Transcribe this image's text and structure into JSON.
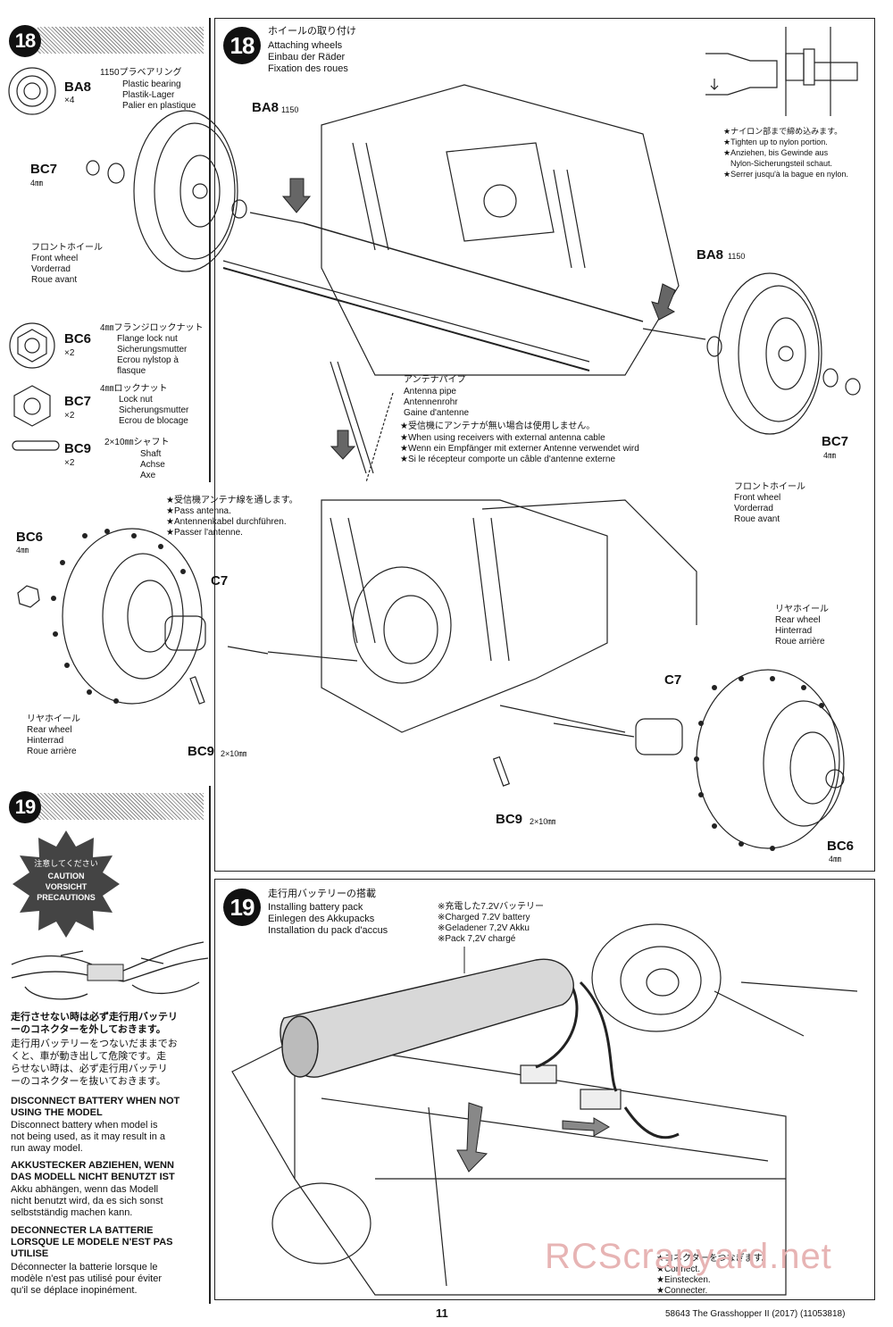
{
  "left18": {
    "step": "18",
    "ba8": {
      "code": "BA8",
      "qty": "×4",
      "jp": "1150プラベアリング",
      "en": "Plastic bearing",
      "de": "Plastik-Lager",
      "fr": "Palier en plastique"
    },
    "bc6": {
      "code": "BC6",
      "qty": "×2",
      "jp": "4㎜フランジロックナット",
      "en": "Flange lock nut",
      "de": "Sicherungsmutter",
      "fr1": "Ecrou nylstop à",
      "fr2": "flasque"
    },
    "bc7": {
      "code": "BC7",
      "qty": "×2",
      "jp": "4㎜ロックナット",
      "en": "Lock nut",
      "de": "Sicherungsmutter",
      "fr": "Ecrou de blocage"
    },
    "bc9": {
      "code": "BC9",
      "qty": "×2",
      "jp": "2×10㎜シャフト",
      "en": "Shaft",
      "de": "Achse",
      "fr": "Axe"
    }
  },
  "main18": {
    "step": "18",
    "title_jp": "ホイールの取り付け",
    "title_en": "Attaching wheels",
    "title_de": "Einbau der Räder",
    "title_fr": "Fixation des roues",
    "nylon_jp": "★ナイロン部まで締め込みます。",
    "nylon_en": "★Tighten up to nylon portion.",
    "nylon_de1": "★Anziehen, bis Gewinde aus",
    "nylon_de2": "Nylon-Sicherungsteil schaut.",
    "nylon_fr": "★Serrer jusqu'à la bague en nylon.",
    "ba8_code": "BA8",
    "ba8_num": "1150",
    "bc7_code": "BC7",
    "size4": "4㎜",
    "front_jp": "フロントホイール",
    "front_en": "Front wheel",
    "front_de": "Vorderrad",
    "front_fr": "Roue avant",
    "antpipe_jp": "アンテナパイプ",
    "antpipe_en": "Antenna pipe",
    "antpipe_de": "Antennenrohr",
    "antpipe_fr": "Gaine d'antenne",
    "ext_jp": "★受信機にアンテナが無い場合は使用しません。",
    "ext_en": "★When using receivers with external antenna cable",
    "ext_de": "★Wenn ein Empfänger mit externer Antenne verwendet wird",
    "ext_fr": "★Si le récepteur comporte un câble d'antenne externe",
    "pass_jp": "★受信機アンテナ線を通します。",
    "pass_en": "★Pass antenna.",
    "pass_de": "★Antennenkabel durchführen.",
    "pass_fr": "★Passer l'antenne.",
    "bc6_code": "BC6",
    "c7_code": "C7",
    "bc9_code": "BC9",
    "bc9_size": "2×10㎜",
    "rear_jp": "リヤホイール",
    "rear_en": "Rear wheel",
    "rear_de": "Hinterrad",
    "rear_fr": "Roue arrière"
  },
  "left19": {
    "step": "19",
    "caution_jp": "注意してください",
    "caution_en": "CAUTION",
    "caution_de": "VORSICHT",
    "caution_fr": "PRECAUTIONS",
    "jp1": "走行させない時は必ず走行用バッテリ",
    "jp2": "ーのコネクターを外しておきます。",
    "jp3": "走行用バッテリーをつないだままでお",
    "jp4": "くと、車が動き出して危険です。走",
    "jp5": "らせない時は、必ず走行用バッテリ",
    "jp6": "ーのコネクターを抜いておきます。",
    "en_head1": "DISCONNECT BATTERY WHEN NOT",
    "en_head2": "USING THE MODEL",
    "en_body1": "Disconnect battery when model is",
    "en_body2": "not being used, as it may result in a",
    "en_body3": "run away model.",
    "de_head1": "AKKUSTECKER ABZIEHEN, WENN",
    "de_head2": "DAS MODELL NICHT BENUTZT IST",
    "de_body1": "Akku abhängen, wenn das Modell",
    "de_body2": "nicht benutzt wird, da es sich sonst",
    "de_body3": "selbstständig machen kann.",
    "fr_head1": "DECONNECTER LA BATTERIE",
    "fr_head2": "LORSQUE LE MODELE N'EST PAS",
    "fr_head3": "UTILISE",
    "fr_body1": "Déconnecter la batterie lorsque le",
    "fr_body2": "modèle n'est pas utilisé pour éviter",
    "fr_body3": "qu'il se déplace inopinément."
  },
  "main19": {
    "step": "19",
    "title_jp": "走行用バッテリーの搭載",
    "title_en": "Installing battery pack",
    "title_de": "Einlegen des Akkupacks",
    "title_fr": "Installation du pack d'accus",
    "batt_jp": "※充電した7.2Vバッテリー",
    "batt_en": "※Charged 7.2V battery",
    "batt_de": "※Geladener 7,2V Akku",
    "batt_fr": "※Pack 7,2V chargé",
    "conn_jp": "★コネクターをつなぎます。",
    "conn_en": "★Connect.",
    "conn_de": "★Einstecken.",
    "conn_fr": "★Connecter."
  },
  "footer": {
    "page": "11",
    "model": "58643 The Grasshopper II (2017) (11053818)",
    "watermark": "RCScrapyard.net"
  }
}
